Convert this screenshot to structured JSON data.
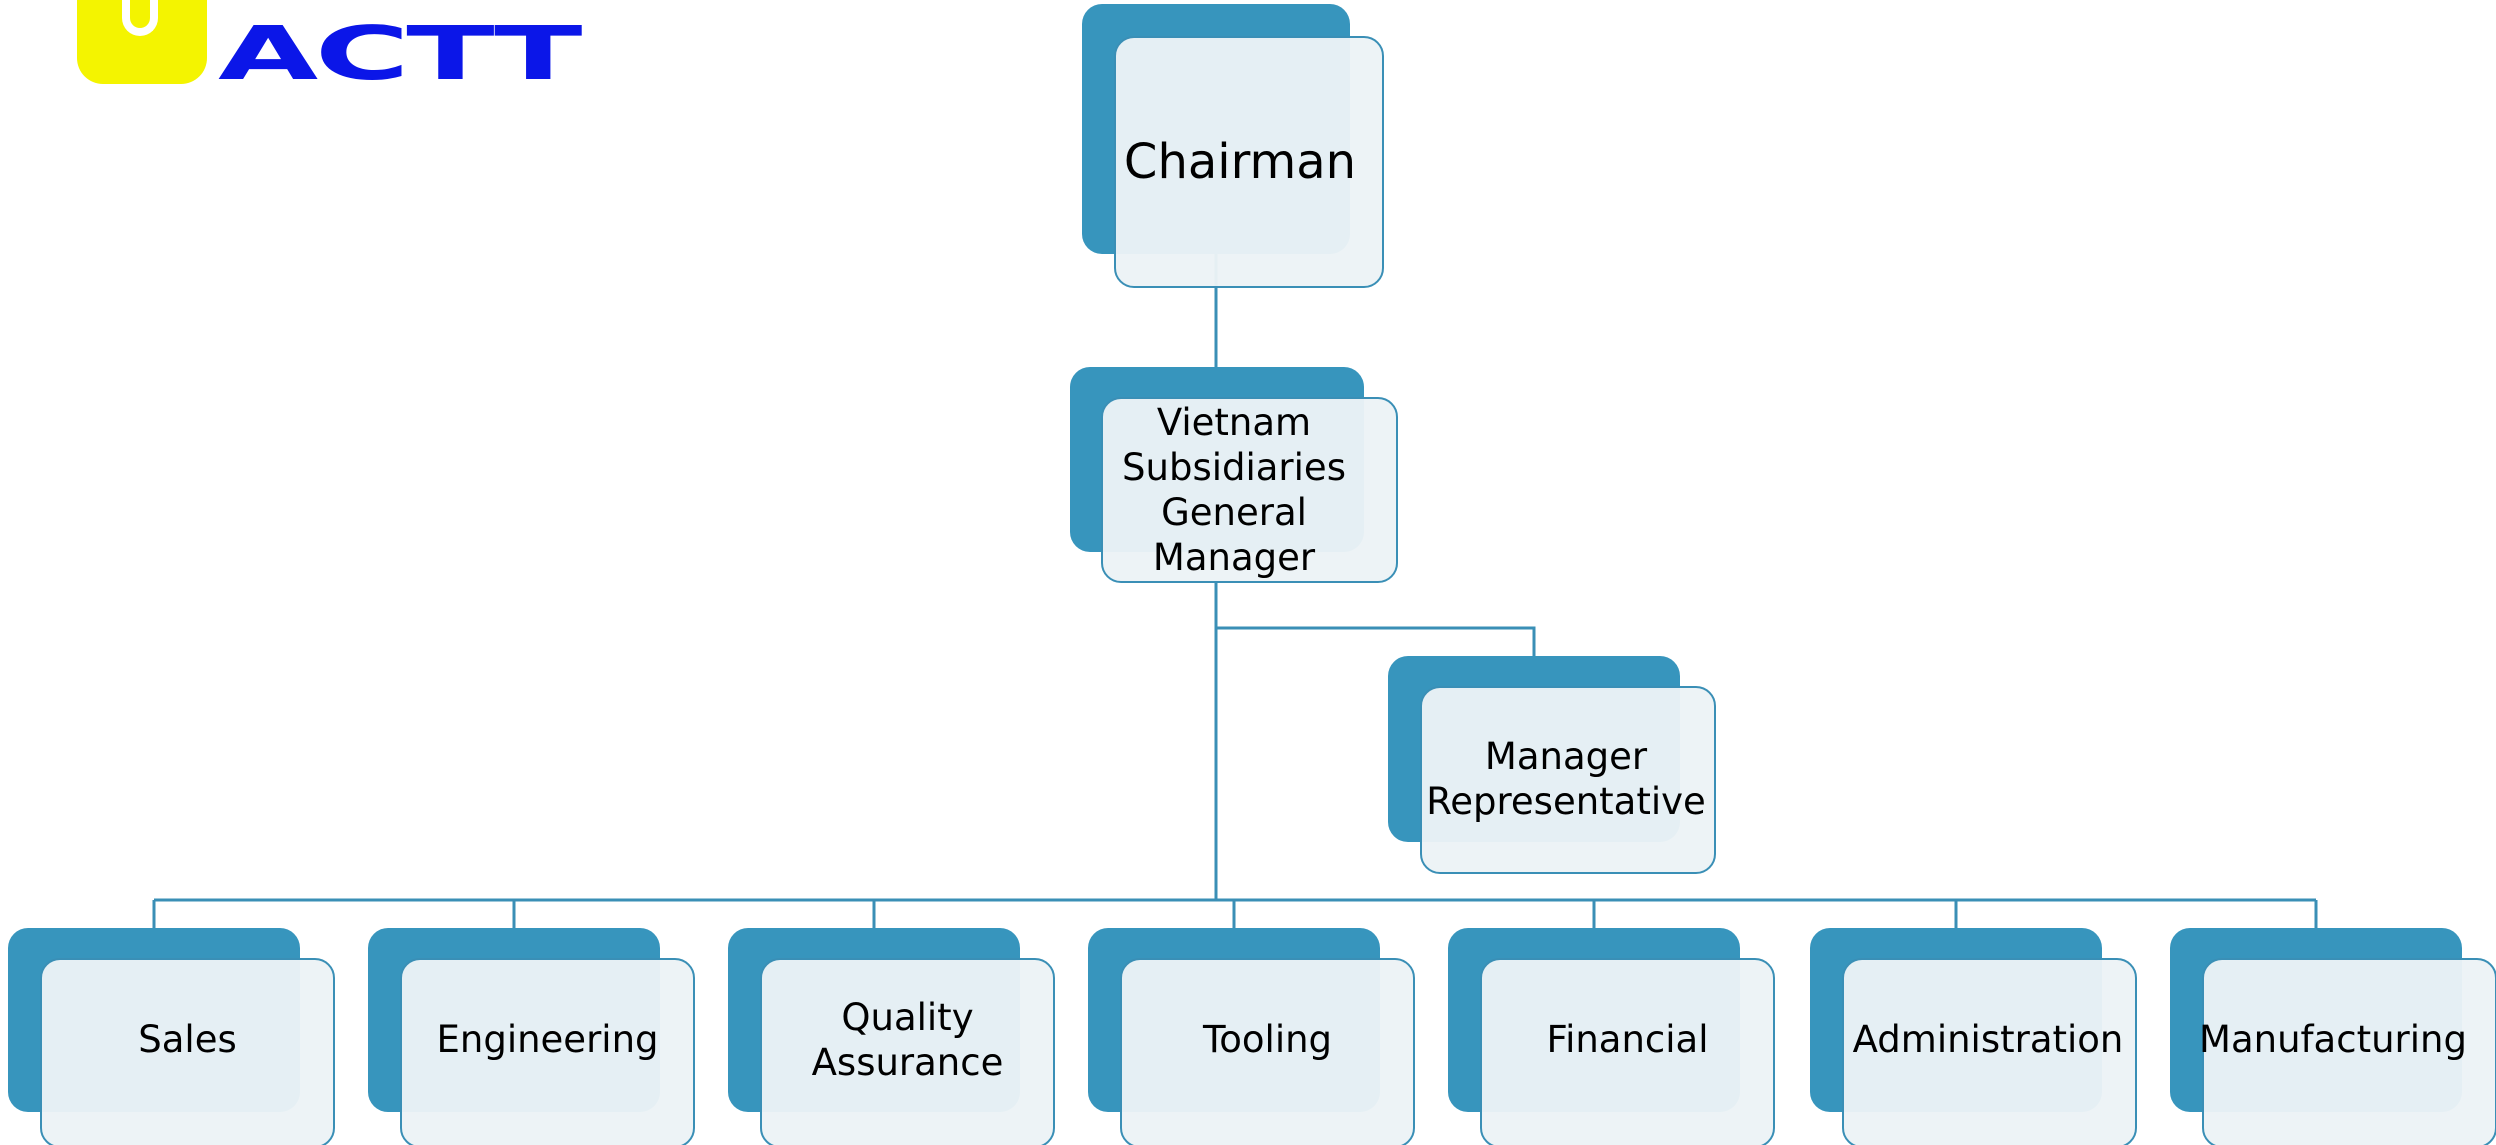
{
  "logo": {
    "text": "ACTT",
    "colors": {
      "mark": "#f4f400",
      "text": "#0b16e8"
    }
  },
  "org_chart": {
    "chairman": "Chairman",
    "general_manager": "Vietnam\nSubsidiaries\nGeneral\nManager",
    "manager_representative": "Manager\nRepresentative",
    "departments": [
      "Sales",
      "Engineering",
      "Quality\nAssurance",
      "Tooling",
      "Financial",
      "Administration",
      "Manufacturing"
    ]
  },
  "colors": {
    "box_back": "#3795bd",
    "box_front": "#ecf3f6",
    "connector": "#3a8fb6"
  }
}
